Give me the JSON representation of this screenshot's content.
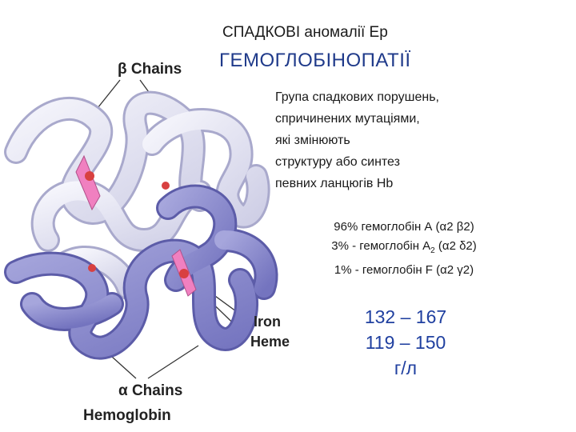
{
  "slide": {
    "subtitle": "СПАДКОВІ аномалії Ер",
    "title": "ГЕМОГЛОБІНОПАТІЇ",
    "description": [
      "Група спадкових порушень,",
      "спричинених мутаціями,",
      "які змінюють",
      "структуру або синтез",
      "певних ланцюгів Hb"
    ],
    "hemoglobin_types": {
      "a": "96%  гемоглобін А (α2 β2)",
      "a2_prefix": "3% - гемоглобін А",
      "a2_sub": "2",
      "a2_suffix": " (α2 δ2)",
      "f": "1%  - гемоглобін F (α2 γ2)"
    },
    "ranges": [
      "132 – 167",
      "119 – 150",
      "г/л"
    ]
  },
  "figure": {
    "beta_label": "β Chains",
    "alpha_label": "α Chains",
    "caption": "Hemoglobin",
    "iron_label": "Iron",
    "heme_label": "Heme",
    "colors": {
      "beta_chain": "#e4e4f4",
      "beta_outline": "#a9a9cc",
      "alpha_chain": "#8f8fd0",
      "alpha_outline": "#5c5ca8",
      "heme": "#f080c0",
      "iron": "#d84040"
    }
  }
}
